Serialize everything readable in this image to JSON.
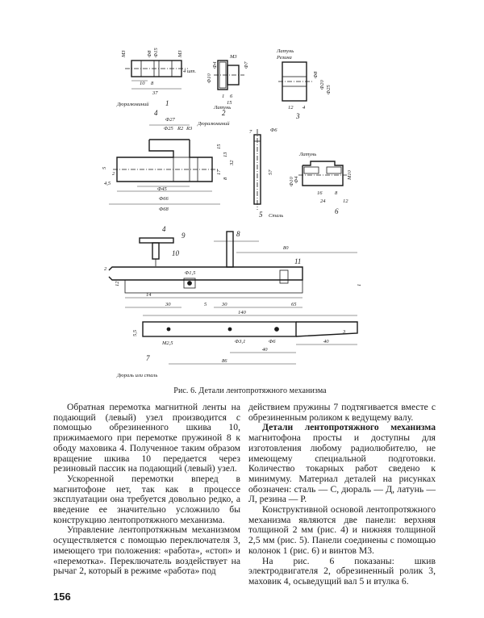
{
  "figure": {
    "labels": {
      "p1_num": "1",
      "p1_mat": "Дюралюминий",
      "p1_qty": "4 шт.",
      "p1_m3a": "М3",
      "p1_m3b": "М3",
      "p1_d8": "Ф8",
      "p1_d15": "Ф15",
      "p1_d10": "10",
      "p1_d8b": "8",
      "p1_d37": "37",
      "p2_num": "2",
      "p2_mat": "Латунь",
      "p2_m3": "М3",
      "p2_d10": "Ф10",
      "p2_d4": "Ф4",
      "p2_d7": "Ф7",
      "p2_l15": "15",
      "p2_l1": "1",
      "p2_l6": "6",
      "p3_num": "3",
      "p3_mat1": "Латунь",
      "p3_mat2": "Резина",
      "p3_d8": "Ф8",
      "p3_d20": "Ф20",
      "p3_d25": "Ф25",
      "p3_l12": "12",
      "p3_l4": "4",
      "p4_num": "4",
      "p4_mat": "Дюралюминий",
      "p4_d27": "Ф27",
      "p4_d25": "Ф25",
      "p4_r2": "R2",
      "p4_r3": "R3",
      "p4_d45": "Ф45",
      "p4_d66": "Ф66",
      "p4_d68": "Ф68",
      "p4_v15": "15",
      "p4_v13": "13",
      "p4_v32": "32",
      "p4_v17": "17",
      "p4_v8": "8",
      "p4_v5": "5",
      "p4_v2": "2",
      "p4_v45": "4,5",
      "p5_num": "5",
      "p5_mat": "Сталь",
      "p5_d6": "Ф6",
      "p5_l57": "57",
      "p5_l7": "7",
      "p6_num": "6",
      "p6_mat": "Латунь",
      "p6_m10": "М10",
      "p6_d4": "Ф4",
      "p6_d10": "Ф10",
      "p6_l16": "16",
      "p6_l8": "8",
      "p6_l24": "24",
      "p6_l12": "12",
      "p7_num": "7",
      "p7_mat": "Дюраль или сталь",
      "a_4": "4",
      "a_8": "8",
      "a_9": "9",
      "a_10": "10",
      "a_11": "11",
      "a_80": "80",
      "a_12": "12",
      "a_2": "2",
      "a_d15": "Ф1,5",
      "a_14": "14",
      "a_30a": "30",
      "a_5": "5",
      "a_30b": "30",
      "a_65": "65",
      "a_1": "1",
      "b_140": "140",
      "b_55": "5,5",
      "b_m25": "М2,5",
      "b_d31": "Ф3,1",
      "b_d6": "Ф6",
      "b_40a": "40",
      "b_40b": "40",
      "b_86": "86",
      "b_3": "3"
    },
    "caption": "Рис. 6. Детали лентопротяжного механизма"
  },
  "text": {
    "left": {
      "p1": "Обратная перемотка магнитной ленты на подающий (левый) узел производится с помощью обрезиненного шкива 10, прижимаемого при перемотке пружиной 8 к ободу маховика 4. Полученное таким образом вращение шкива 10 передается через резиновый пассик на подающий (левый) узел.",
      "p2": "Ускоренной перемотки вперед в магнитофоне нет, так как в процессе эксплуатации она требуется довольно редко, а введение ее значительно усложнило бы конструкцию лентопротяжного механизма.",
      "p3": "Управление лентопротяжным механизмом осуществляется с помощью переключателя 3, имеющего три положения: «работа», «стоп» и «перемотка». Переключатель воздействует на рычаг 2, который в режиме «работа» под"
    },
    "right": {
      "p1": "действием пружины 7 подтягивается вместе с обрезиненным роликом к ведущему валу.",
      "p2_heading": "Детали лентопротяжного механизма",
      "p2_body": "магнитофона просты и доступны для изготовления любому радиолюбителю, не имеющему специальной подготовки. Количество токарных работ сведено к минимуму. Материал деталей на рисунках обозначен: сталь — С, дюраль — Д, латунь — Л, резина — Р.",
      "p3": "Конструктивной основой лентопротяжного механизма являются две панели: верхняя толщиной 2 мм (рис. 4) и нижняя толщиной 2,5 мм (рис. 5). Панели соединены с помощью колонок 1 (рис. 6) и винтов М3.",
      "p4": "На рис. 6 показаны: шкив электродвигателя 2, обрезиненный ролик 3, маховик 4, осьведущий вал 5 и втулка 6."
    }
  },
  "page_number": "156"
}
